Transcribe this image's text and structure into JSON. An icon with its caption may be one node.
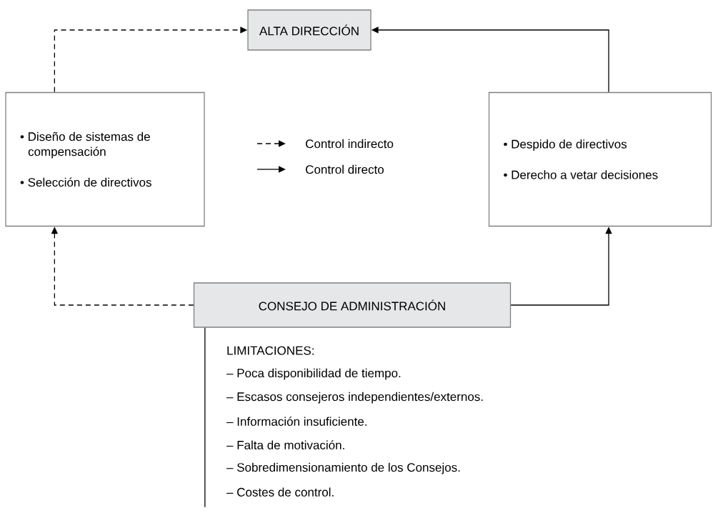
{
  "diagram": {
    "nodes": [
      {
        "text": [
          "ALTA DIRECCIÓN"
        ]
      },
      {
        "text": [
          "• Diseño de sistemas de compensación",
          "• Selección de directivos"
        ]
      },
      {
        "text": [
          "• Despido de directivos",
          "• Derecho a vetar decisiones"
        ]
      },
      {
        "text": [
          "CONSEJO DE ADMINISTRACIÓN"
        ],
        "beside": [
          "LIMITACIONES:",
          "– Poca disponibilidad de tiempo.",
          "– Escasos consejeros independientes/externos.",
          "– Información insuficiente.",
          "– Falta de motivación.",
          "– Sobredimensionamiento de los Consejos.",
          "– Costes de control."
        ]
      }
    ],
    "edges": [
      {
        "from": 1,
        "to": 0,
        "arrow": "to",
        "style": "dashed"
      },
      {
        "from": 2,
        "to": 0,
        "arrow": "to"
      },
      {
        "from": 3,
        "to": 1,
        "arrow": "to",
        "style": "dashed"
      },
      {
        "from": 3,
        "to": 2,
        "arrow": "to"
      }
    ],
    "legend": [
      {
        "text": "Control indirecto"
      },
      {
        "text": "Control directo"
      }
    ]
  }
}
